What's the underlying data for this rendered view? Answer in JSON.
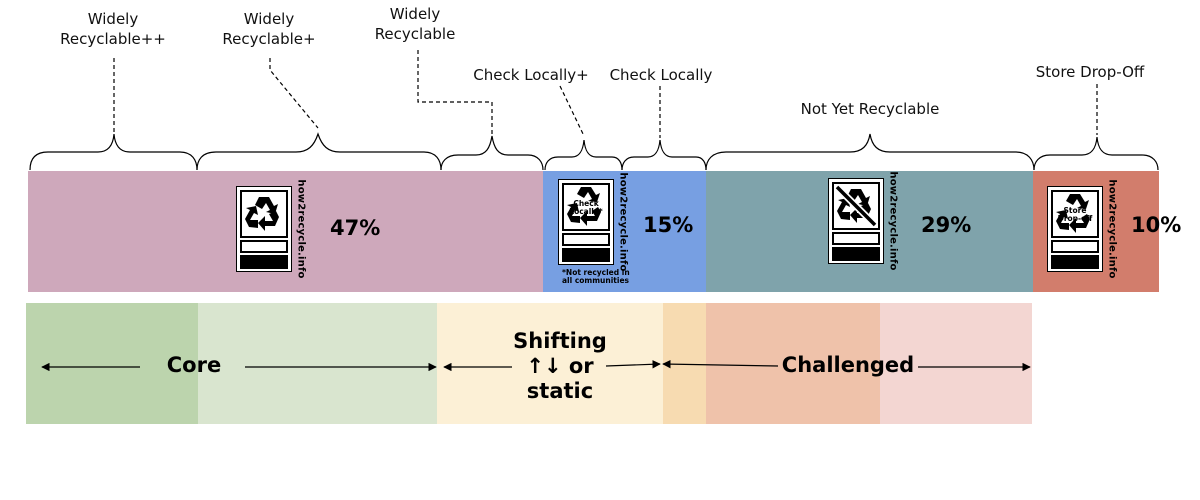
{
  "categories": [
    {
      "id": "widely-recyclable-pp",
      "label": "Widely\nRecyclable++"
    },
    {
      "id": "widely-recyclable-p",
      "label": "Widely\nRecyclable+"
    },
    {
      "id": "widely-recyclable",
      "label": "Widely\nRecyclable"
    },
    {
      "id": "check-locally-p",
      "label": "Check Locally+"
    },
    {
      "id": "check-locally",
      "label": "Check Locally"
    },
    {
      "id": "not-yet-recyclable",
      "label": "Not Yet Recyclable"
    },
    {
      "id": "store-drop-off",
      "label": "Store Drop-Off"
    }
  ],
  "bands": [
    {
      "id": "widely",
      "percent": "47%",
      "color": "#cea8bb",
      "logo_text": "",
      "site": "how2recycle.info"
    },
    {
      "id": "check",
      "percent": "15%",
      "color": "#779fe2",
      "logo_text": "Check\nLocally*",
      "site": "how2recycle.info",
      "footnote": "*Not recycled in\nall communities"
    },
    {
      "id": "notyet",
      "percent": "29%",
      "color": "#7fa3ab",
      "logo_text": "",
      "site": "how2recycle.info"
    },
    {
      "id": "store",
      "percent": "10%",
      "color": "#d27d6c",
      "logo_text": "Store\nDrop-off",
      "site": "how2recycle.info"
    }
  ],
  "zones": [
    {
      "id": "core",
      "label": "Core"
    },
    {
      "id": "shifting",
      "label": "Shifting\n↑↓ or\nstatic"
    },
    {
      "id": "challenged",
      "label": "Challenged"
    }
  ],
  "zone_colors": [
    "#bcd4ad",
    "#d9e5cf",
    "#fcf0d6",
    "#f7dbb1",
    "#efc2aa",
    "#f3d6d2"
  ]
}
